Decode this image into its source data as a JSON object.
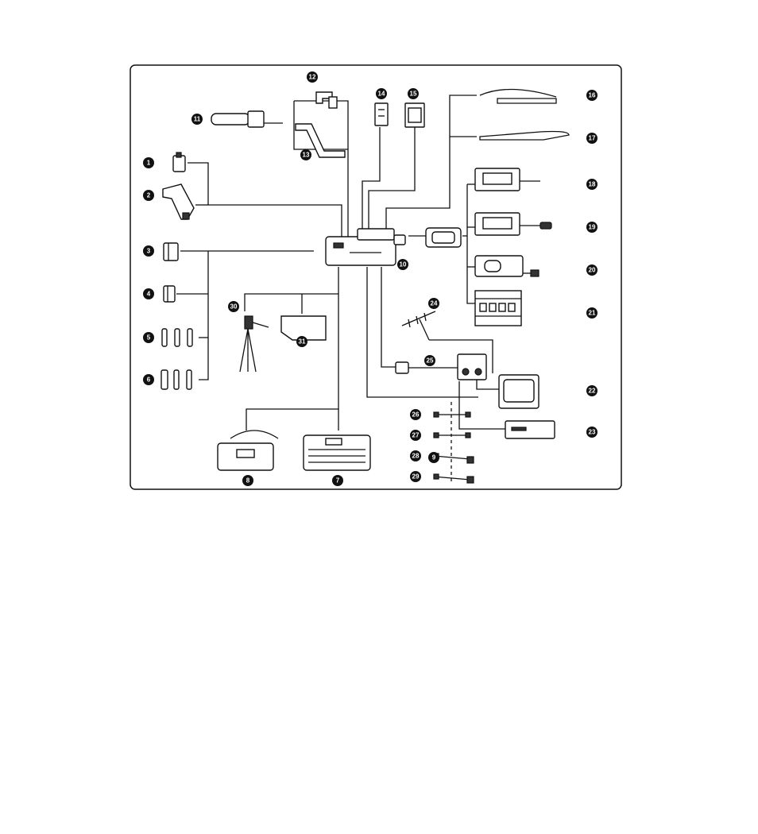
{
  "diagram": {
    "title": "",
    "badges": [
      {
        "id": "b1",
        "label": "1"
      },
      {
        "id": "b2",
        "label": "2"
      },
      {
        "id": "b3",
        "label": "3"
      },
      {
        "id": "b4",
        "label": "4"
      },
      {
        "id": "b5",
        "label": "5"
      },
      {
        "id": "b6",
        "label": "6"
      },
      {
        "id": "b7",
        "label": "7"
      },
      {
        "id": "b8",
        "label": "8"
      },
      {
        "id": "b9",
        "label": "9"
      },
      {
        "id": "b10",
        "label": "10"
      },
      {
        "id": "b11",
        "label": "11"
      },
      {
        "id": "b12",
        "label": "12"
      },
      {
        "id": "b13",
        "label": "13"
      },
      {
        "id": "b14",
        "label": "14"
      },
      {
        "id": "b15",
        "label": "15"
      },
      {
        "id": "b16",
        "label": "16"
      },
      {
        "id": "b17",
        "label": "17"
      },
      {
        "id": "b18",
        "label": "18"
      },
      {
        "id": "b19",
        "label": "19"
      },
      {
        "id": "b20",
        "label": "20"
      },
      {
        "id": "b21",
        "label": "21"
      },
      {
        "id": "b22",
        "label": "22"
      },
      {
        "id": "b23",
        "label": "23"
      },
      {
        "id": "b24",
        "label": "24"
      },
      {
        "id": "b25",
        "label": "25"
      },
      {
        "id": "b26",
        "label": "26"
      },
      {
        "id": "b27",
        "label": "27"
      },
      {
        "id": "b28",
        "label": "28"
      },
      {
        "id": "b29",
        "label": "29"
      },
      {
        "id": "b30",
        "label": "30"
      },
      {
        "id": "b31",
        "label": "31"
      }
    ]
  }
}
